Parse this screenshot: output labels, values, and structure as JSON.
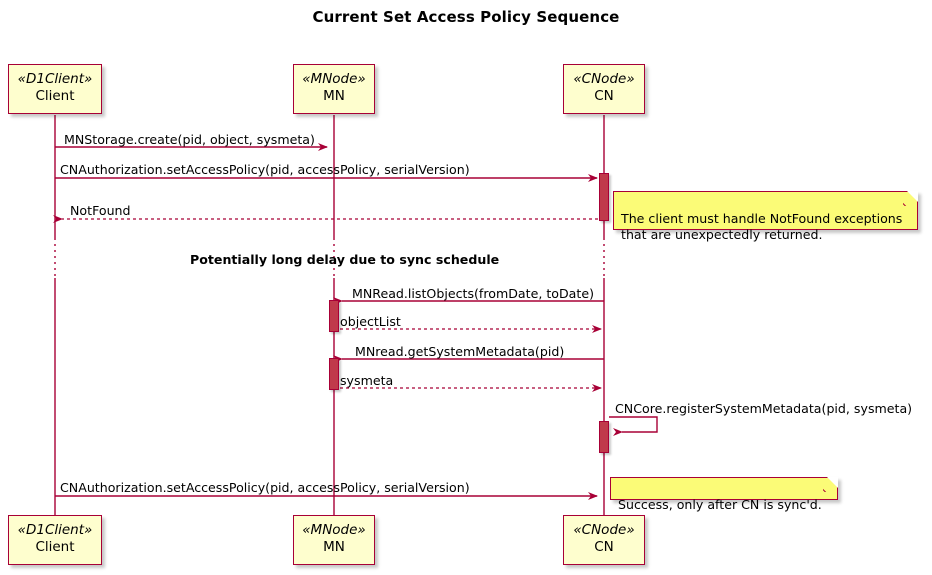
{
  "title": "Current Set Access Policy Sequence",
  "colors": {
    "line": "#A80036",
    "participant_fill": "#FEFECE",
    "note_fill": "#FBFB77",
    "activation_fill": "#C03A4B",
    "background": "#FFFFFF"
  },
  "participants": [
    {
      "id": "client",
      "stereotype": "«D1Client»",
      "name": "Client"
    },
    {
      "id": "mn",
      "stereotype": "«MNode»",
      "name": "MN"
    },
    {
      "id": "cn",
      "stereotype": "«CNode»",
      "name": "CN"
    }
  ],
  "messages": [
    {
      "id": "m1",
      "label": "MNStorage.create(pid, object, sysmeta)",
      "from": "client",
      "to": "mn",
      "style": "solid"
    },
    {
      "id": "m2",
      "label": "CNAuthorization.setAccessPolicy(pid, accessPolicy, serialVersion)",
      "from": "client",
      "to": "cn",
      "style": "solid"
    },
    {
      "id": "m3",
      "label": "NotFound",
      "from": "cn",
      "to": "client",
      "style": "dashed"
    },
    {
      "id": "m4",
      "label": "MNRead.listObjects(fromDate, toDate)",
      "from": "cn",
      "to": "mn",
      "style": "solid"
    },
    {
      "id": "m5",
      "label": "objectList",
      "from": "mn",
      "to": "cn",
      "style": "dashed"
    },
    {
      "id": "m6",
      "label": "MNread.getSystemMetadata(pid)",
      "from": "cn",
      "to": "mn",
      "style": "solid"
    },
    {
      "id": "m7",
      "label": "sysmeta",
      "from": "mn",
      "to": "cn",
      "style": "dashed"
    },
    {
      "id": "m8",
      "label": "CNCore.registerSystemMetadata(pid, sysmeta)",
      "from": "cn",
      "to": "cn",
      "style": "solid"
    },
    {
      "id": "m9",
      "label": "CNAuthorization.setAccessPolicy(pid, accessPolicy, serialVersion)",
      "from": "client",
      "to": "cn",
      "style": "solid"
    }
  ],
  "delay": {
    "label": "Potentially long delay due to sync schedule"
  },
  "notes": [
    {
      "id": "note1",
      "text": "The client must handle NotFound exceptions\nthat are unexpectedly returned."
    },
    {
      "id": "note2",
      "text": "Success, only after CN is sync'd."
    }
  ]
}
